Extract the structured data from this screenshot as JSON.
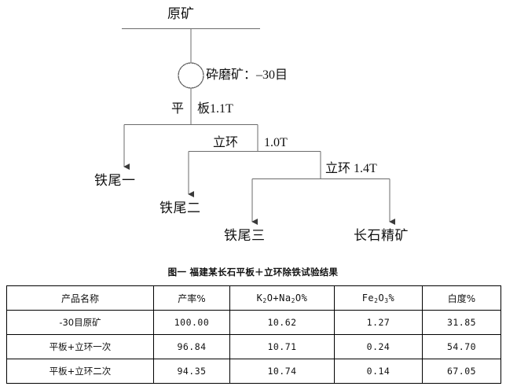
{
  "diagram": {
    "feed": "原矿",
    "grind_op": "砕磨矿：–30目",
    "stage1_left": "平",
    "stage1_right": "板1.1T",
    "stage2_left": "立环",
    "stage2_right": "1.0T",
    "stage3": "立环 1.4T",
    "product_tail1": "铁尾一",
    "product_tail2": "铁尾二",
    "product_tail3": "铁尾三",
    "product_concentrate": "长石精矿"
  },
  "caption": "图一 福建某长石平板＋立环除铁试验结果",
  "table": {
    "headers": {
      "name": "产品名称",
      "yield": "产率%",
      "kna_pre": "K",
      "kna_sub1": "2",
      "kna_mid": "O+Na",
      "kna_sub2": "2",
      "kna_post": "O%",
      "fe_pre": "Fe",
      "fe_sub1": "2",
      "fe_mid": "O",
      "fe_sub2": "3",
      "fe_post": "%",
      "whiteness": "白度%"
    },
    "rows": [
      {
        "name": "-30目原矿",
        "yield": "100.00",
        "kna": "10.62",
        "fe": "1.27",
        "whiteness": "31.85"
      },
      {
        "name": "平板+立环一次",
        "yield": "96.84",
        "kna": "10.71",
        "fe": "0.24",
        "whiteness": "54.70"
      },
      {
        "name": "平板+立环二次",
        "yield": "94.35",
        "kna": "10.74",
        "fe": "0.14",
        "whiteness": "67.05"
      }
    ]
  },
  "colors": {
    "line": "#6b6b6b",
    "text": "#111111",
    "table_border": "#000000",
    "background": "#ffffff"
  }
}
